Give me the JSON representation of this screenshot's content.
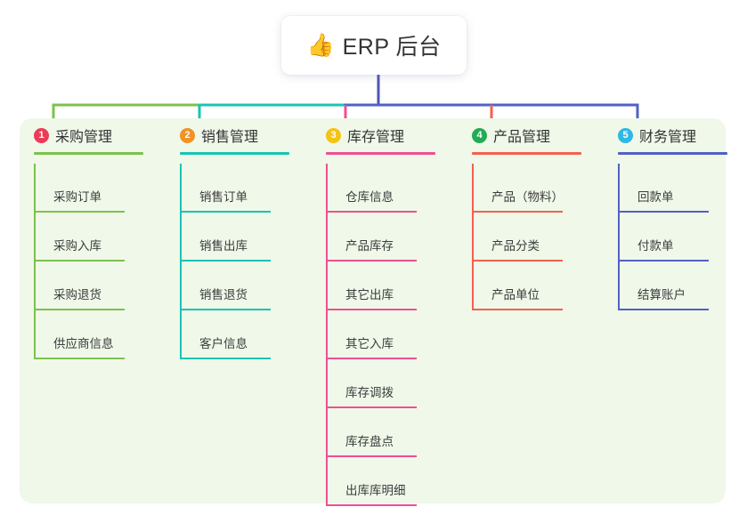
{
  "root": {
    "emoji": "👍",
    "emoji_name": "thumbs-up-icon",
    "title": "ERP 后台",
    "stem_color": "#4c55b8",
    "card_background": "#ffffff"
  },
  "panel": {
    "background": "#eff8e9"
  },
  "columns": [
    {
      "number": "1",
      "title": "采购管理",
      "badge_color": "#ec3b58",
      "line_color": "#7cc24b",
      "connector_color": "#7cc24b",
      "items": [
        "采购订单",
        "采购入库",
        "采购退货",
        "供应商信息"
      ]
    },
    {
      "number": "2",
      "title": "销售管理",
      "badge_color": "#f29225",
      "line_color": "#18c4b2",
      "connector_color": "#18c4b2",
      "items": [
        "销售订单",
        "销售出库",
        "销售退货",
        "客户信息"
      ]
    },
    {
      "number": "3",
      "title": "库存管理",
      "badge_color": "#f5c313",
      "line_color": "#ef4f91",
      "connector_color": "#ef4f91",
      "items": [
        "仓库信息",
        "产品库存",
        "其它出库",
        "其它入库",
        "库存调拨",
        "库存盘点",
        "出库库明细"
      ]
    },
    {
      "number": "4",
      "title": "产品管理",
      "badge_color": "#22ab55",
      "line_color": "#f4604f",
      "connector_color": "#f4604f",
      "items": [
        "产品（物料）",
        "产品分类",
        "产品单位"
      ]
    },
    {
      "number": "5",
      "title": "财务管理",
      "badge_color": "#2eb8e6",
      "line_color": "#5261c4",
      "connector_color": "#5261c4",
      "items": [
        "回款单",
        "付款单",
        "结算账户"
      ]
    }
  ]
}
